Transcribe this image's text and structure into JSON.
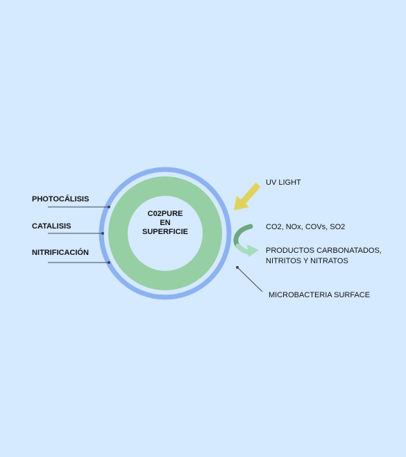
{
  "center": {
    "line1": "C02PURE",
    "line2": "EN",
    "line3": "SUPERFICIE"
  },
  "left_labels": {
    "photocatalysis": "PHOTOCÁLISIS",
    "catalysis": "CATALISIS",
    "nitrification": "NITRIFICACIÓN"
  },
  "right_labels": {
    "uv_light": "UV LIGHT",
    "pollutants": "CO2, NOx, COVs, SO2",
    "products_line1": "PRODUCTOS CARBONATADOS,",
    "products_line2": "NITRITOS Y NITRATOS",
    "microbacteria": "MICROBACTERIA SURFACE"
  },
  "colors": {
    "background": "#d5e9ff",
    "outer_ring": "#8db2f2",
    "inner_ring": "#96cfa3",
    "uv_arrow": "#e0d35a",
    "curved_arrow_top": "#6fa783",
    "curved_arrow_bottom": "#a7dcbb",
    "leader_line": "#3d4a58"
  }
}
